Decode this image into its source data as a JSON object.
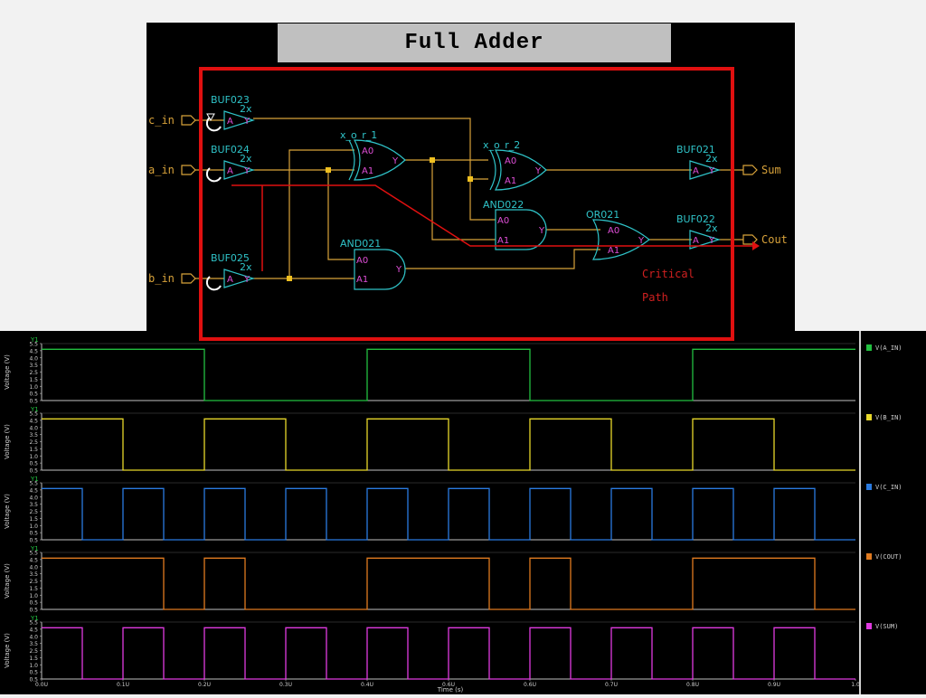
{
  "title": "Full Adder",
  "colors": {
    "wire": "#d8a23a",
    "gate": "#2fc3c8",
    "pin": "#e04fd8",
    "highlight": "#e01010",
    "a_in": "#22c040",
    "b_in": "#e8d82a",
    "c_in": "#2a7ae0",
    "cout": "#e07a20",
    "sum": "#e03ae0"
  },
  "schematic": {
    "inputs": [
      "c_in",
      "a_in",
      "b_in"
    ],
    "outputs": [
      "Sum",
      "Cout"
    ],
    "gates": {
      "buf023": {
        "name": "BUF023",
        "drive": "2x",
        "in": "A",
        "out": "Y"
      },
      "buf024": {
        "name": "BUF024",
        "drive": "2x",
        "in": "A",
        "out": "Y"
      },
      "buf025": {
        "name": "BUF025",
        "drive": "2x",
        "in": "A",
        "out": "Y"
      },
      "xor1": {
        "name": "x_o_r_1",
        "in0": "A0",
        "in1": "A1",
        "out": "Y"
      },
      "xor2": {
        "name": "x_o_r_2",
        "in0": "A0",
        "in1": "A1",
        "out": "Y"
      },
      "and021": {
        "name": "AND021",
        "in0": "A0",
        "in1": "A1",
        "out": "Y"
      },
      "and022": {
        "name": "AND022",
        "in0": "A0",
        "in1": "A1",
        "out": "Y"
      },
      "or021": {
        "name": "OR021",
        "in0": "A0",
        "in1": "A1",
        "out": "Y"
      },
      "buf021": {
        "name": "BUF021",
        "drive": "2x",
        "in": "A",
        "out": "Y"
      },
      "buf022": {
        "name": "BUF022",
        "drive": "2x",
        "in": "A",
        "out": "Y"
      }
    },
    "critical_path_label": [
      "Critical",
      "Path"
    ]
  },
  "waveforms": {
    "y_axis_label": "Voltage (V)",
    "panel_tag": "Y1",
    "y_ticks": [
      "5.5",
      "4.5",
      "4.0",
      "3.5",
      "2.5",
      "1.5",
      "1.0",
      "0.5",
      "0.5"
    ],
    "x_ticks": [
      "0.0U",
      "0.1U",
      "0.2U",
      "0.3U",
      "0.4U",
      "0.6U",
      "0.6U",
      "0.7U",
      "0.8U",
      "0.9U",
      "1.0"
    ],
    "x_label": "Time (s)"
  },
  "chart_data": {
    "type": "line",
    "xlabel": "Time (s)",
    "ylabel": "Voltage (V)",
    "xlim": [
      0,
      1.0
    ],
    "ylim": [
      0.5,
      5.5
    ],
    "series": [
      {
        "name": "V(A_IN)",
        "color": "#22c040",
        "x": [
          0,
          0.2,
          0.4,
          0.6,
          0.8,
          1.0
        ],
        "y": [
          5,
          0.5,
          5,
          0.5,
          5,
          5
        ]
      },
      {
        "name": "V(B_IN)",
        "color": "#e8d82a",
        "x": [
          0,
          0.1,
          0.2,
          0.3,
          0.4,
          0.5,
          0.6,
          0.7,
          0.8,
          0.9,
          1.0
        ],
        "y": [
          5,
          0.5,
          5,
          0.5,
          5,
          0.5,
          5,
          0.5,
          5,
          0.5,
          0.5
        ]
      },
      {
        "name": "V(C_IN)",
        "color": "#2a7ae0",
        "x": [
          0,
          0.05,
          0.1,
          0.15,
          0.2,
          0.25,
          0.3,
          0.35,
          0.4,
          0.45,
          0.5,
          0.55,
          0.6,
          0.65,
          0.7,
          0.75,
          0.8,
          0.85,
          0.9,
          0.95,
          1.0
        ],
        "y": [
          5,
          0.5,
          5,
          0.5,
          5,
          0.5,
          5,
          0.5,
          5,
          0.5,
          5,
          0.5,
          5,
          0.5,
          5,
          0.5,
          5,
          0.5,
          5,
          0.5,
          0.5
        ]
      },
      {
        "name": "V(COUT)",
        "color": "#e07a20",
        "x": [
          0,
          0.1,
          0.15,
          0.2,
          0.25,
          0.3,
          0.4,
          0.5,
          0.55,
          0.6,
          0.65,
          0.7,
          0.8,
          0.95,
          1.0
        ],
        "y": [
          5,
          5,
          0.5,
          5,
          0.5,
          0.5,
          5,
          5,
          0.5,
          5,
          0.5,
          0.5,
          5,
          0.5,
          0.5
        ]
      },
      {
        "name": "V(SUM)",
        "color": "#e03ae0",
        "x": [
          0,
          0.05,
          0.1,
          0.15,
          0.2,
          0.25,
          0.3,
          0.35,
          0.4,
          0.45,
          0.5,
          0.55,
          0.6,
          0.65,
          0.7,
          0.75,
          0.8,
          0.85,
          0.9,
          0.95,
          1.0
        ],
        "y": [
          5,
          0.5,
          5,
          0.5,
          5,
          0.5,
          5,
          0.5,
          5,
          0.5,
          5,
          0.5,
          5,
          0.5,
          5,
          0.5,
          5,
          0.5,
          5,
          0.5,
          0.5
        ]
      }
    ]
  }
}
